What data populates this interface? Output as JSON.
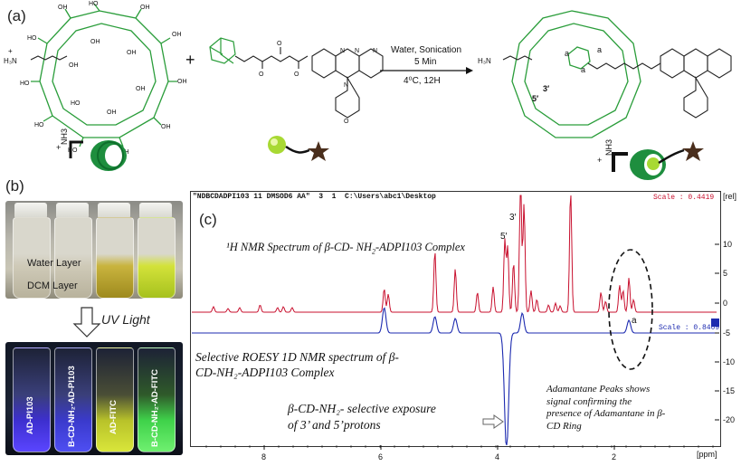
{
  "panels": {
    "a": "(a)",
    "b": "(b)",
    "c": "(c)"
  },
  "reaction": {
    "conditions_line1": "Water, Sonication",
    "conditions_line2": "5 Min",
    "conditions_line3": "4⁰C, 12H",
    "plus": "+",
    "amine_label": "H₃N",
    "amine_charge": "+",
    "nh3_left": "NH3",
    "nh3_left_charge": "+",
    "nh3_right": "NH3",
    "nh3_right_charge": "+",
    "product_labels": [
      "3′",
      "5′",
      "a",
      "a",
      "a"
    ]
  },
  "photos": {
    "water_layer": "Water Layer",
    "dcm_layer": "DCM Layer",
    "uv_arrow": "UV Light",
    "vials": [
      "AD-PI103",
      "B-CD-NH₂-AD-PI103",
      "AD-FITC",
      "B-CD-NH₂-AD-FITC"
    ]
  },
  "nmr": {
    "header": "\"NDBCDADPI103 11 DMSOD6 AA\"  3  1  C:\\Users\\abc1\\Desktop",
    "scale_red": "Scale : 0.4419",
    "scale_blue": "Scale : 0.8409",
    "unit_right": "[rel]",
    "unit_bottom": "[ppm]",
    "x_ticks": [
      "8",
      "6",
      "4",
      "2"
    ],
    "y_ticks": [
      "10",
      "5",
      "0",
      "-5",
      "-10",
      "-15",
      "-20"
    ],
    "spec1_title_a": "¹H NMR Spectrum of β-CD- NH",
    "spec1_title_sub": "2",
    "spec1_title_b": "-ADPI103 Complex",
    "spec2_line1": "Selective ROESY 1D NMR spectrum of  β-",
    "spec2_line2": "CD-NH₂-ADPI103 Complex",
    "cd_exposure_line1": "β-CD-NH₂- selective exposure",
    "cd_exposure_line2": "of 3’ and 5’protons",
    "adamantane_note": [
      "Adamantane Peaks shows",
      "signal confirming the",
      "presence of Adamantane in β-",
      "CD Ring"
    ],
    "peak_3": "3′",
    "peak_5": "5′",
    "peak_a": "a",
    "colors": {
      "red": "#c8102e",
      "blue": "#1d2bb0"
    }
  }
}
